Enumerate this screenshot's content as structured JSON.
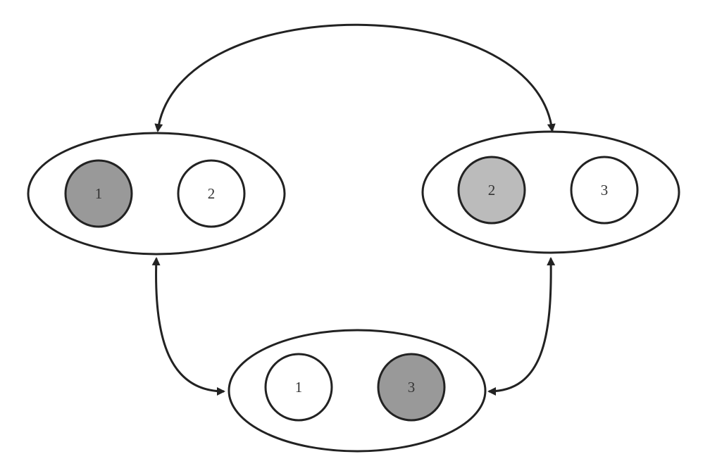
{
  "groups": [
    {
      "name": "left-group",
      "nodes": [
        {
          "label": "1",
          "fill": "#999999"
        },
        {
          "label": "2",
          "fill": "#ffffff"
        }
      ]
    },
    {
      "name": "right-group",
      "nodes": [
        {
          "label": "2",
          "fill": "#bbbbbb"
        },
        {
          "label": "3",
          "fill": "#ffffff"
        }
      ]
    },
    {
      "name": "bottom-group",
      "nodes": [
        {
          "label": "1",
          "fill": "#ffffff"
        },
        {
          "label": "3",
          "fill": "#999999"
        }
      ]
    }
  ],
  "edges": [
    {
      "from": "left-group",
      "to": "right-group",
      "direction": "bidirectional"
    },
    {
      "from": "left-group",
      "to": "bottom-group",
      "direction": "bidirectional"
    },
    {
      "from": "right-group",
      "to": "bottom-group",
      "direction": "bidirectional"
    }
  ],
  "colors": {
    "stroke": "#222222",
    "dark_node": "#999999",
    "light_node": "#bbbbbb",
    "background": "#ffffff"
  }
}
